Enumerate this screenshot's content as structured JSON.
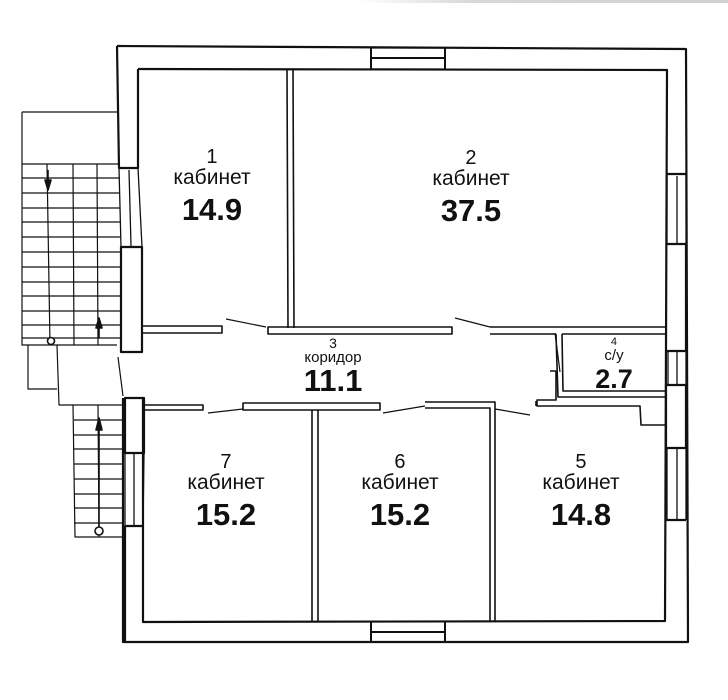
{
  "plan": {
    "type": "floor-plan",
    "rooms": [
      {
        "number": "1",
        "name": "кабинет",
        "area": "14.9"
      },
      {
        "number": "2",
        "name": "кабинет",
        "area": "37.5"
      },
      {
        "number": "3",
        "name": "коридор",
        "area": "11.1"
      },
      {
        "number": "4",
        "name": "с/у",
        "area": "2.7"
      },
      {
        "number": "5",
        "name": "кабинет",
        "area": "14.8"
      },
      {
        "number": "6",
        "name": "кабинет",
        "area": "15.2"
      },
      {
        "number": "7",
        "name": "кабинет",
        "area": "15.2"
      }
    ],
    "colors": {
      "wall": "#111111",
      "background": "#ffffff",
      "text": "#111111"
    }
  }
}
